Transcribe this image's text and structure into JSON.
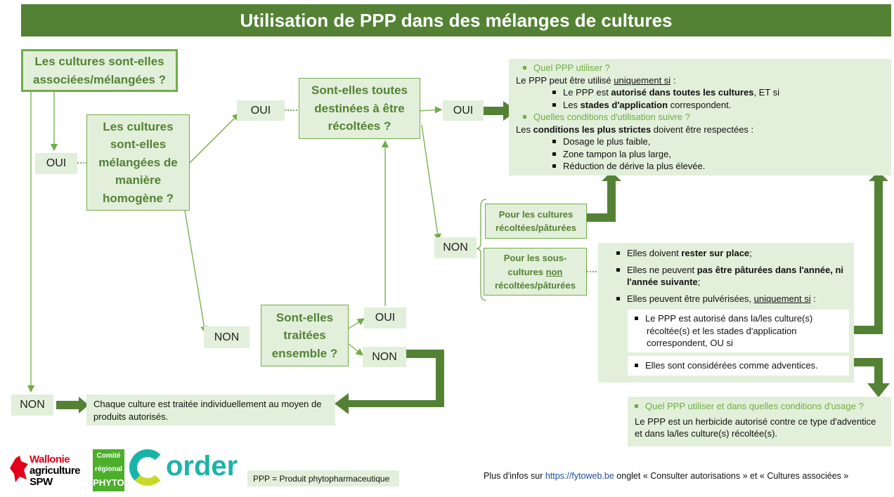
{
  "title": "Utilisation de PPP dans des mélanges de cultures",
  "q_associees": "Les cultures sont-elles associées/mélangées ?",
  "q_homogene": "Les cultures sont-elles mélangées de manière homogène ?",
  "q_recoltees": "Sont-elles toutes destinées à être récoltées ?",
  "q_traitees": "Sont-elles traitées ensemble ?",
  "labels": {
    "oui": "OUI",
    "non": "NON"
  },
  "individuel": "Chaque culture est traitée individuellement au moyen de produits autorisés.",
  "info1": {
    "h1": "Quel PPP utiliser ?",
    "l1a": "Le PPP peut être utilisé ",
    "l1u": "uniquement si",
    " l1b": "",
    "l1c": " :",
    "b1a": "Le PPP est ",
    "b1b": "autorisé dans toutes les cultures",
    "b1c": ", ET si",
    "b2a": "Les ",
    "b2b": "stades d'application",
    "b2c": " correspondent.",
    "h2": "Quelles conditions d'utilisation suivre ?",
    "l2a": "Les ",
    "l2b": "conditions les plus strictes",
    "l2c": " doivent être respectées :",
    "c1": "Dosage le plus faible,",
    "c2": "Zone tampon la plus large,",
    "c3": "Réduction de dérive la plus élevée."
  },
  "pour_recoltees": "Pour les cultures récoltées/pâturées",
  "pour_sous": {
    "a": "Pour les sous-cultures ",
    "u": "non",
    "b": " récoltées/pâturées"
  },
  "sous": {
    "s1a": "Elles doivent ",
    "s1b": "rester sur place",
    "s1c": ";",
    "s2a": "Elles ne peuvent ",
    "s2b": "pas être pâturées dans l'année, ni l'année suivante",
    "s2c": ";",
    "s3a": "Elles peuvent être pulvérisées, ",
    "s3u": "uniquement si",
    "s3c": " :",
    "w1": "Le PPP est autorisé dans la/les culture(s) récoltée(s) et les stades d'application correspondent, OU si",
    "w2": "Elles sont considérées comme adventices."
  },
  "info2": {
    "h": "Quel PPP utiliser et dans quelles conditions d'usage ?",
    "t": "Le PPP est un herbicide autorisé contre ce type d'adventice et dans la/les culture(s) récoltée(s)."
  },
  "footer": {
    "ppp": "PPP = Produit phytopharmaceutique",
    "more_a": "Plus d'infos sur ",
    "link": "https://fytoweb.be",
    "more_b": " onglet « Consulter autorisations » et « Cultures associées »"
  },
  "logos": {
    "wallonie": [
      "Wallonie",
      "agriculture",
      "SPW"
    ],
    "comite": [
      "Comité",
      "régional",
      "PHYTO"
    ],
    "corder": "Corder"
  },
  "colors": {
    "dark_green": "#548235",
    "green": "#70ad47",
    "light": "#e2efda"
  }
}
